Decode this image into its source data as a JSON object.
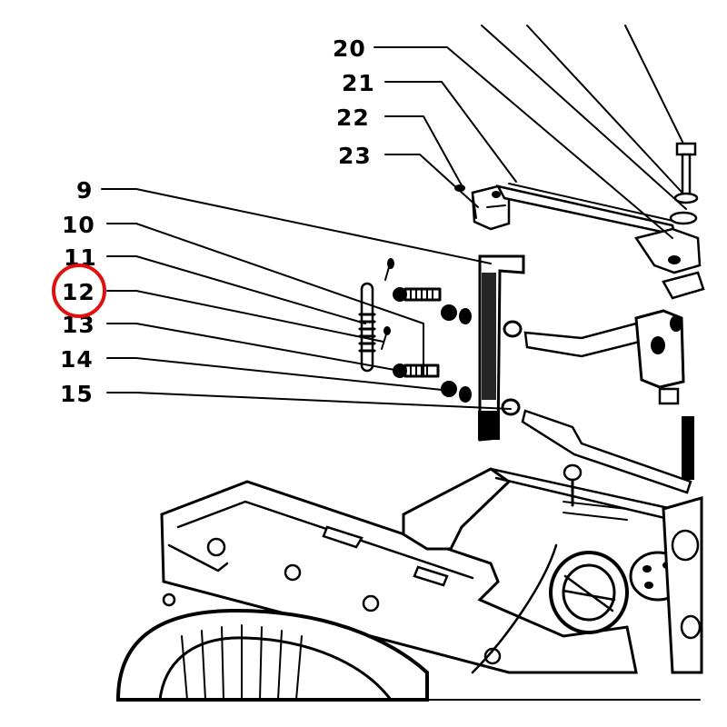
{
  "callouts": [
    {
      "id": "9",
      "label": "9"
    },
    {
      "id": "10",
      "label": "10"
    },
    {
      "id": "11",
      "label": "11"
    },
    {
      "id": "12",
      "label": "12"
    },
    {
      "id": "13",
      "label": "13"
    },
    {
      "id": "14",
      "label": "14"
    },
    {
      "id": "15",
      "label": "15"
    },
    {
      "id": "20",
      "label": "20"
    },
    {
      "id": "21",
      "label": "21"
    },
    {
      "id": "22",
      "label": "22"
    },
    {
      "id": "23",
      "label": "23"
    }
  ],
  "highlight": {
    "target": "12",
    "color": "#e01010"
  }
}
